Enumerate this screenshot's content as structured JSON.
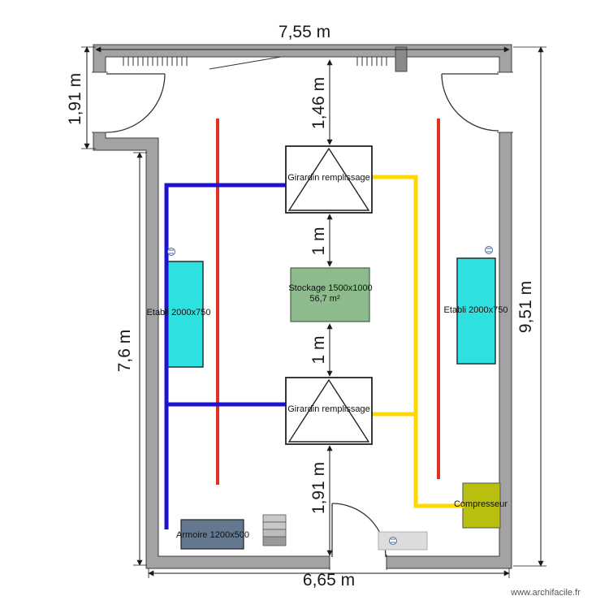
{
  "plan": {
    "watermark": "www.archifacile.fr",
    "area_label": "56,7 m²"
  },
  "dimensions": {
    "top_width": "7,55 m",
    "upper_left_height": "1,91 m",
    "wall_to_girardin": "1,46 m",
    "girardin_to_stockage": "1 m",
    "stockage_to_girardin": "1 m",
    "girardin_to_bottom_wall": "1,91 m",
    "right_height": "9,51 m",
    "left_height": "7,6 m",
    "bottom_width": "6,65 m"
  },
  "furniture": {
    "girardin_top": "Girardin remplissage",
    "girardin_bottom": "Girardin remplissage",
    "stockage": "Stockage 1500x1000",
    "etabli_left": "Etabli 2000x750",
    "etabli_right": "Etabli 2000x750",
    "armoire": "Armoire 1200x500",
    "compresseur": "Compresseur"
  },
  "colors": {
    "wall": "#a3a3a3",
    "etabli": "#2fe0e0",
    "stockage": "#8dbb8d",
    "armoire": "#64798f",
    "compresseur": "#b8bf0e",
    "pipe_blue": "#1c12cf",
    "pipe_yellow": "#ffd800",
    "line_red": "#e03122"
  }
}
